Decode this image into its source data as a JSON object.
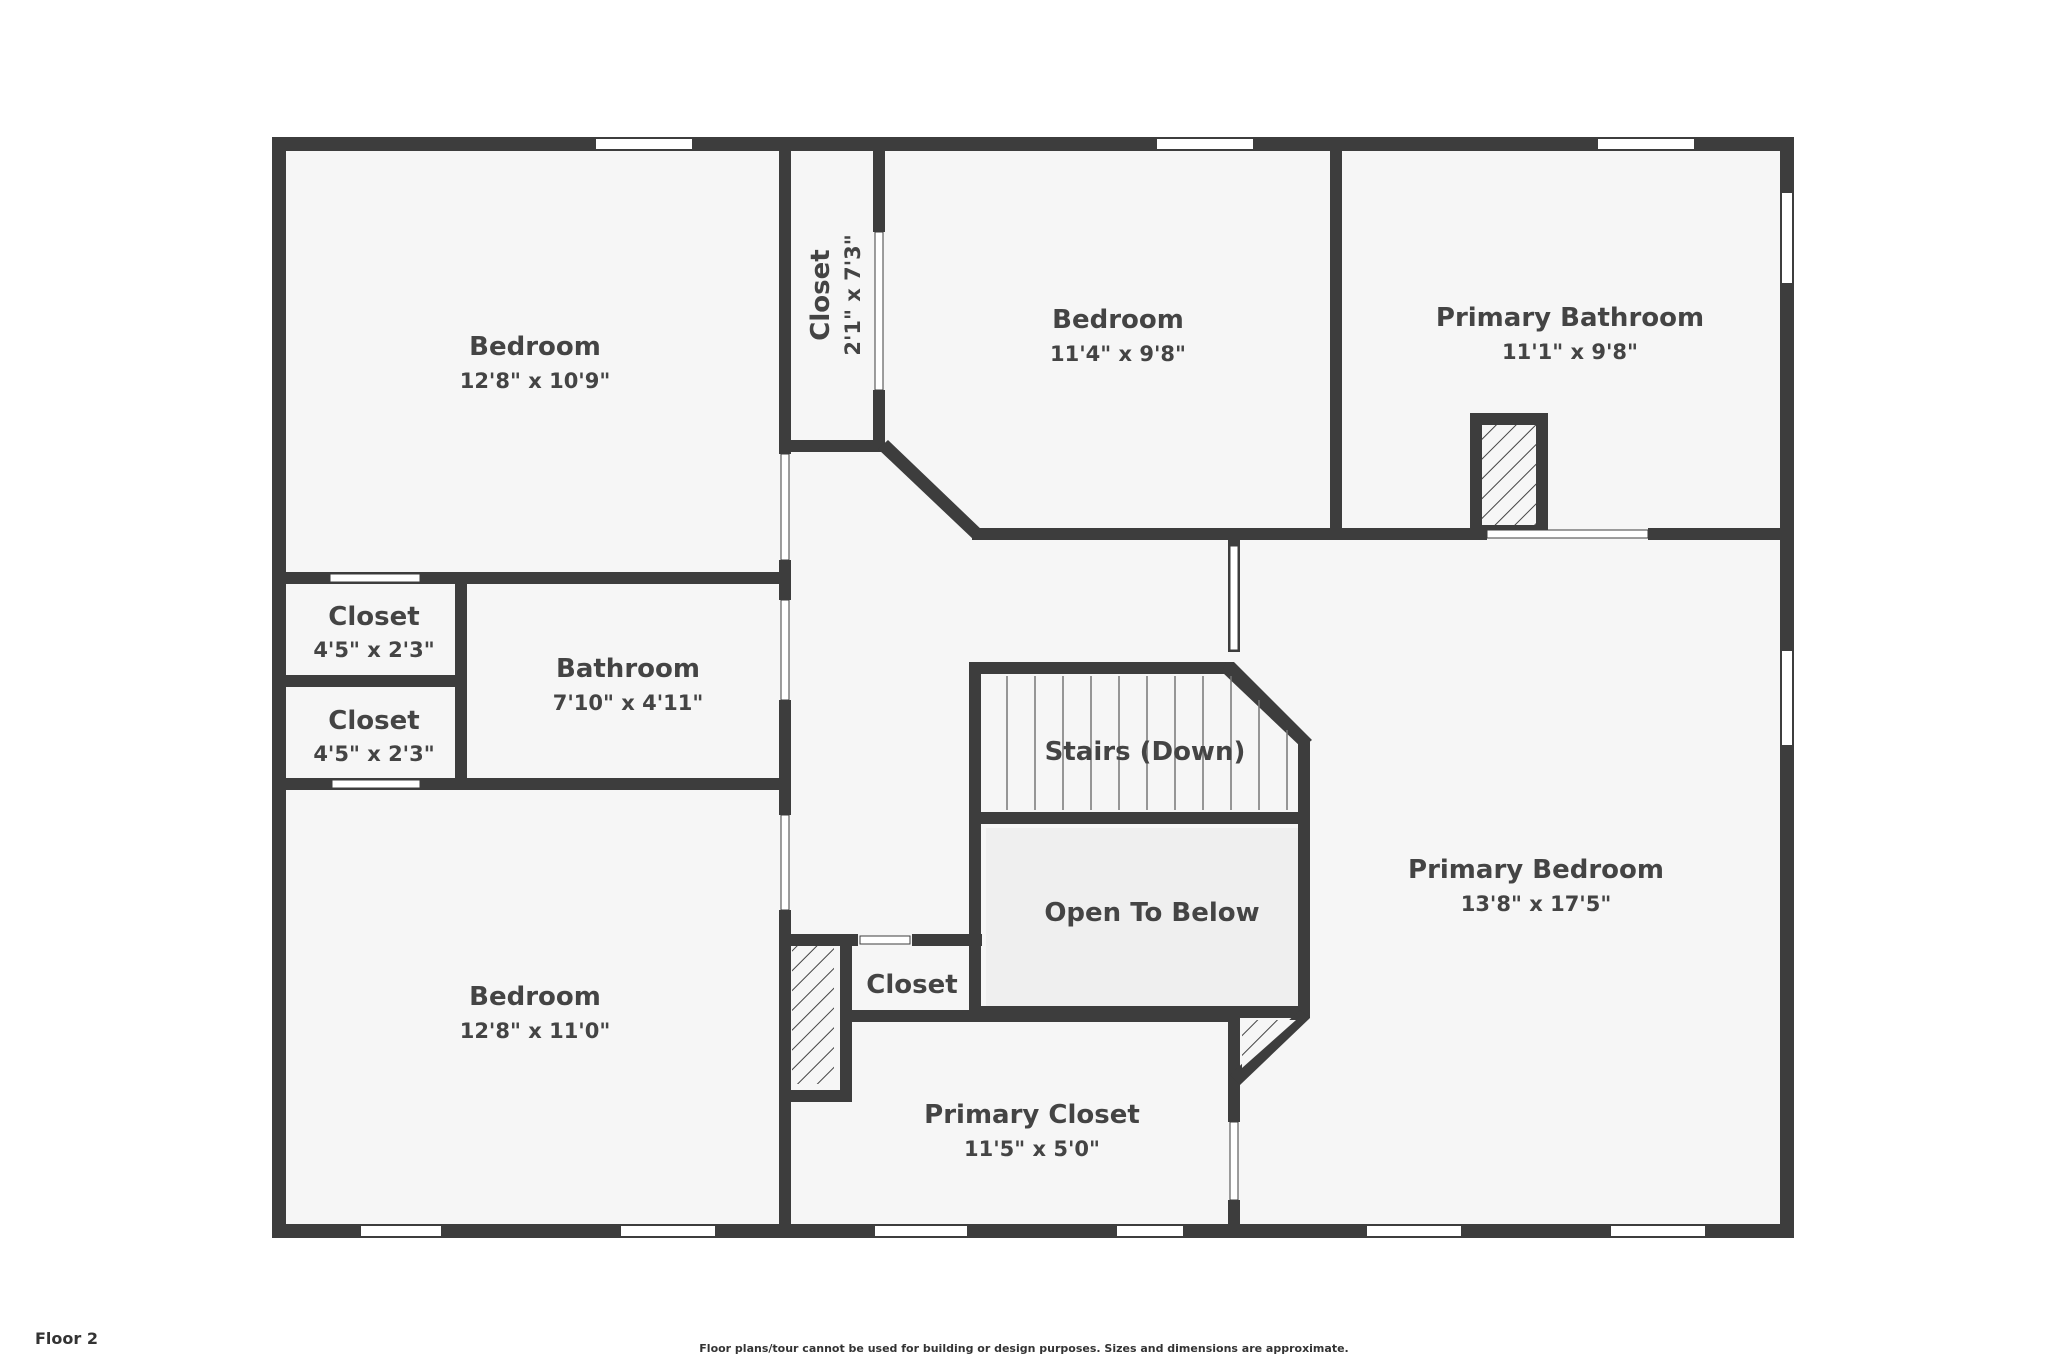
{
  "floor_label": "Floor 2",
  "disclaimer": "Floor plans/tour cannot be used for building or design purposes. Sizes and dimensions are approximate.",
  "colors": {
    "wall": "#3d3d3d",
    "room_fill": "#f6f6f6",
    "open_fill": "#efefef",
    "hatch": "#444444",
    "text": "#444444"
  },
  "rooms": {
    "bedroom_nw": {
      "name": "Bedroom",
      "dims": "12'8\" x 10'9\""
    },
    "closet_tall": {
      "name": "Closet",
      "dims": "2'1\" x 7'3\""
    },
    "bedroom_n": {
      "name": "Bedroom",
      "dims": "11'4\" x 9'8\""
    },
    "primary_bath": {
      "name": "Primary Bathroom",
      "dims": "11'1\" x 9'8\""
    },
    "closet_a": {
      "name": "Closet",
      "dims": "4'5\" x 2'3\""
    },
    "closet_b": {
      "name": "Closet",
      "dims": "4'5\" x 2'3\""
    },
    "bathroom": {
      "name": "Bathroom",
      "dims": "7'10\" x 4'11\""
    },
    "stairs": {
      "name": "Stairs (Down)"
    },
    "open_below": {
      "name": "Open To Below"
    },
    "primary_bed": {
      "name": "Primary Bedroom",
      "dims": "13'8\" x 17'5\""
    },
    "bedroom_sw": {
      "name": "Bedroom",
      "dims": "12'8\" x 11'0\""
    },
    "closet_small": {
      "name": "Closet"
    },
    "primary_closet": {
      "name": "Primary Closet",
      "dims": "11'5\" x 5'0\""
    }
  }
}
